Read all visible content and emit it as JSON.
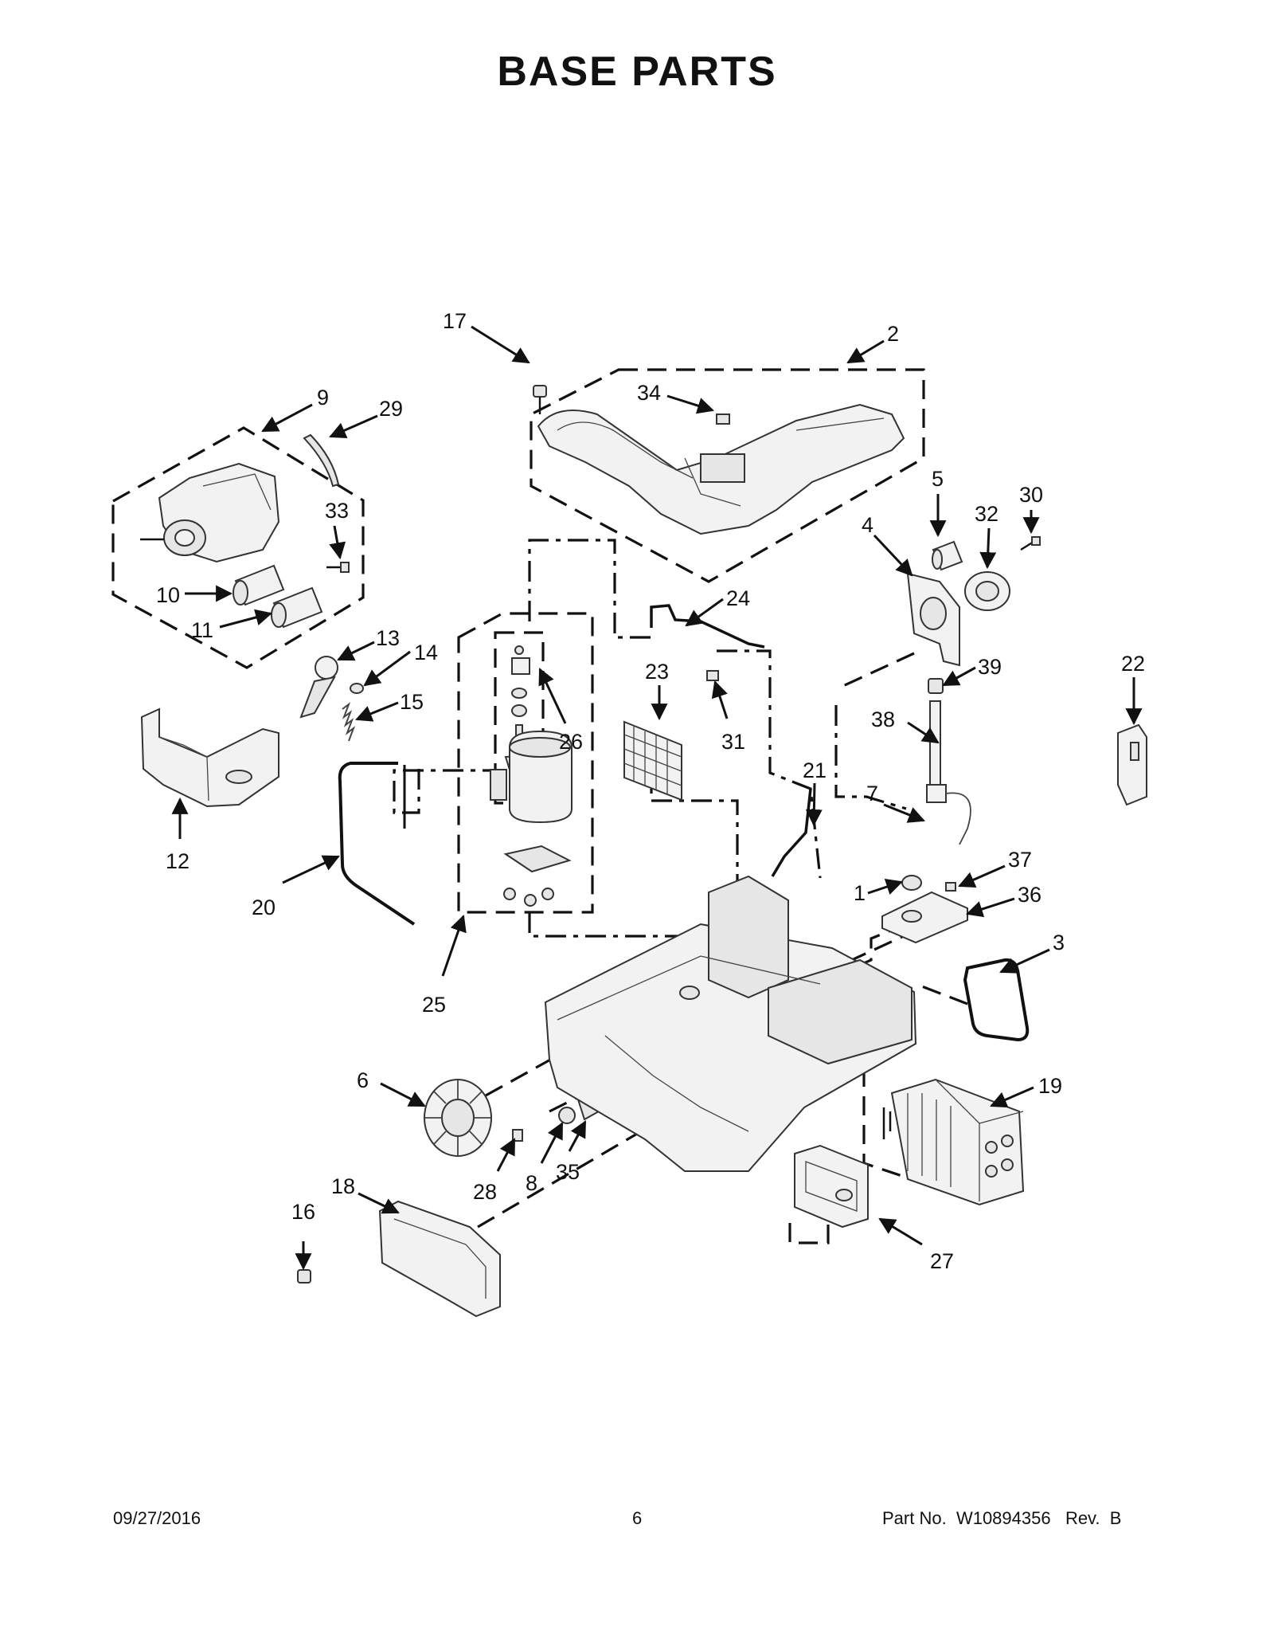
{
  "page": {
    "title": "BASE PARTS",
    "footer": {
      "date": "09/27/2016",
      "page_number": "6",
      "part_no_label": "Part No.",
      "part_no": "W10894356",
      "rev_label": "Rev.",
      "rev": "B"
    }
  },
  "callouts": [
    "17",
    "2",
    "34",
    "9",
    "29",
    "33",
    "10",
    "11",
    "5",
    "30",
    "32",
    "4",
    "24",
    "22",
    "39",
    "13",
    "14",
    "15",
    "23",
    "26",
    "31",
    "38",
    "12",
    "7",
    "21",
    "37",
    "1",
    "36",
    "20",
    "25",
    "3",
    "6",
    "19",
    "28",
    "8",
    "35",
    "18",
    "16",
    "27"
  ]
}
